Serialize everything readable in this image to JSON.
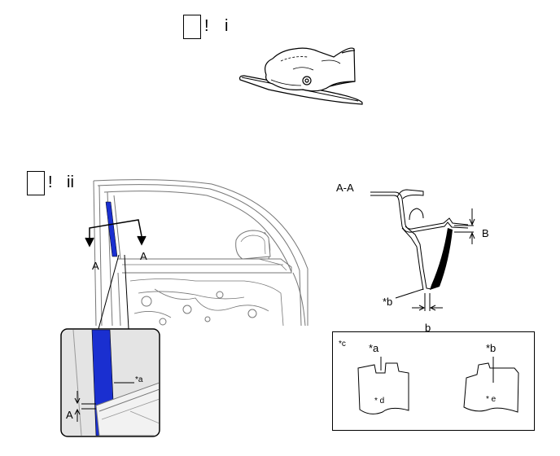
{
  "steps": [
    {
      "mark": "!",
      "numeral": "i"
    },
    {
      "mark": "!",
      "numeral": "ii"
    }
  ],
  "labels": {
    "section_left": "A",
    "section_right": "A",
    "detail_a": "A",
    "section_title": "A-A",
    "dim_big": "B",
    "dim_small": "b",
    "callout_b": "*b",
    "callout_a": "*a",
    "legend_c": "*c",
    "legend_a": "*a",
    "legend_b": "*b",
    "legend_d": "* d",
    "legend_e": "* e"
  },
  "colors": {
    "tape": "#1a2fd0",
    "line": "#000000"
  }
}
